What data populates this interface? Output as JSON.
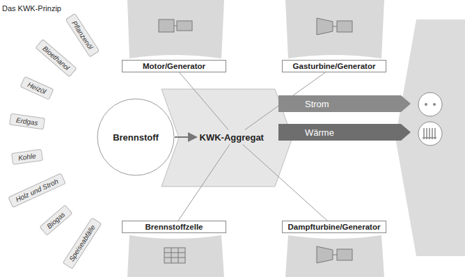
{
  "diagram": {
    "title": "Das KWK-Prinzip",
    "nodes": [
      {
        "text": [
          "Pflanzenöl"
        ]
      },
      {
        "text": [
          "Bioethanol"
        ]
      },
      {
        "text": [
          "Heizöl"
        ]
      },
      {
        "text": [
          "Erdgas"
        ]
      },
      {
        "text": [
          "Kohle"
        ]
      },
      {
        "text": [
          "Holz und Stroh"
        ]
      },
      {
        "text": [
          "Biogas"
        ]
      },
      {
        "text": [
          "Speiseabfälle"
        ]
      },
      {
        "text": [
          "Brennstoff"
        ]
      },
      {
        "text": [
          "KWK-Aggregat"
        ]
      },
      {
        "text": [
          "Motor/Generator"
        ]
      },
      {
        "text": [
          "Gasturbine/Generator"
        ]
      },
      {
        "text": [
          "Brennstoffzelle"
        ]
      },
      {
        "text": [
          "Dampfturbine/Generator"
        ]
      },
      {
        "text": [
          "Strom"
        ]
      },
      {
        "text": [
          "Wärme"
        ]
      }
    ],
    "edges": [
      {
        "from": 8,
        "to": 9,
        "arrow": "to"
      },
      {
        "from": 9,
        "to": 10,
        "arrow": "none"
      },
      {
        "from": 9,
        "to": 11,
        "arrow": "none"
      },
      {
        "from": 9,
        "to": 12,
        "arrow": "none"
      },
      {
        "from": 9,
        "to": 13,
        "arrow": "none"
      }
    ]
  }
}
